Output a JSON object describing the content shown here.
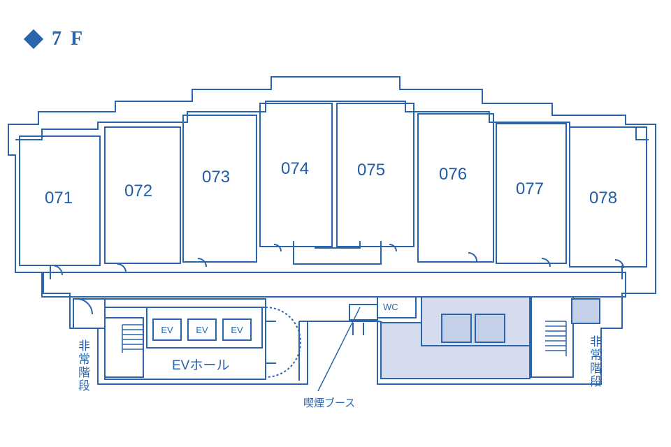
{
  "floor": {
    "title": "7 F",
    "icon": "diamond-icon",
    "color": "#2a64ad"
  },
  "rooms": [
    "071",
    "072",
    "073",
    "074",
    "075",
    "076",
    "077",
    "078"
  ],
  "elevators": [
    "EV",
    "EV",
    "EV"
  ],
  "ev_hall": "EVホール",
  "wc": "WC",
  "stairs_left": "非常階段",
  "stairs_right": "非常階段",
  "smoking_booth": "喫煙ブース",
  "colors": {
    "line": "#2a64ad",
    "highlight": "#d5dcee"
  }
}
